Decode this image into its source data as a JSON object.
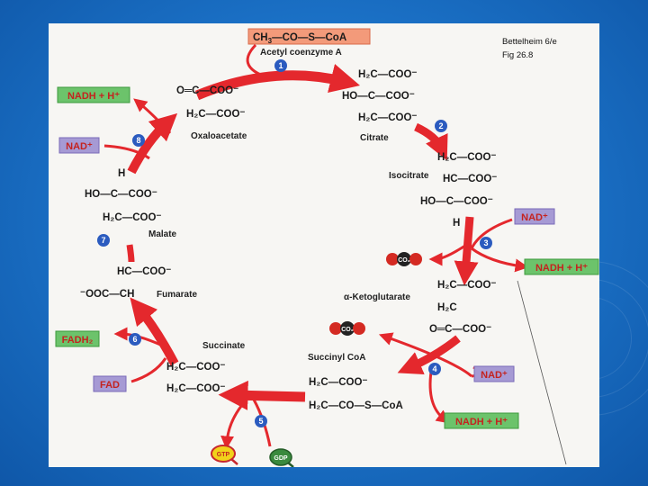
{
  "citation": {
    "line1": "Bettelheim 6/e",
    "line2": "Fig 26.8"
  },
  "start": {
    "formula_prefix": "CH",
    "formula_sub": "3",
    "formula_rest": "—CO—S—CoA",
    "name": "Acetyl coenzyme A"
  },
  "molecules": {
    "oxaloacetate": {
      "line1": "O═C—COO⁻",
      "line2": "H₂C—COO⁻",
      "name": "Oxaloacetate"
    },
    "citrate": {
      "line1": "H₂C—COO⁻",
      "line2": "HO—C—COO⁻",
      "line3": "H₂C—COO⁻",
      "name": "Citrate"
    },
    "isocitrate": {
      "line1": "H₂C—COO⁻",
      "line2": "HC—COO⁻",
      "line3": "HO—C—COO⁻",
      "line4": "H",
      "name": "Isocitrate"
    },
    "ketoglutarate": {
      "line1": "H₂C—COO⁻",
      "line2": "H₂C",
      "line3": "O═C—COO⁻",
      "name": "α-Ketoglutarate"
    },
    "succinyl_coa": {
      "line1": "H₂C—COO⁻",
      "line2": "H₂C—CO—S—CoA",
      "name": "Succinyl CoA"
    },
    "succinate": {
      "line1": "H₂C—COO⁻",
      "line2": "H₂C—COO⁻",
      "name": "Succinate"
    },
    "fumarate": {
      "line1": "HC—COO⁻",
      "line2": "⁻OOC—CH",
      "name": "Fumarate"
    },
    "malate": {
      "line1": "H",
      "line2": "HO—C—COO⁻",
      "line3": "H₂C—COO⁻",
      "name": "Malate"
    }
  },
  "steps": [
    "1",
    "2",
    "3",
    "4",
    "5",
    "6",
    "7",
    "8"
  ],
  "cofactors": {
    "nadh_top_left": "NADH + H⁺",
    "nad_step8": "NAD⁺",
    "nad_step3": "NAD⁺",
    "nadh_step3": "NADH + H⁺",
    "nad_step4": "NAD⁺",
    "nadh_step4": "NADH + H⁺",
    "fadh2": "FADH₂",
    "fad": "FAD",
    "gtp": "GTP",
    "gdp": "GDP",
    "co2_a": "CO₂",
    "co2_b": "CO₂"
  },
  "colors": {
    "arrow": "#e4282d",
    "green_box": "#6cc36b",
    "purple_box": "#a69ad4",
    "acetyl_box": "#f39a7a",
    "step_circle": "#2b5bbf",
    "background": "#1a6fc4"
  }
}
